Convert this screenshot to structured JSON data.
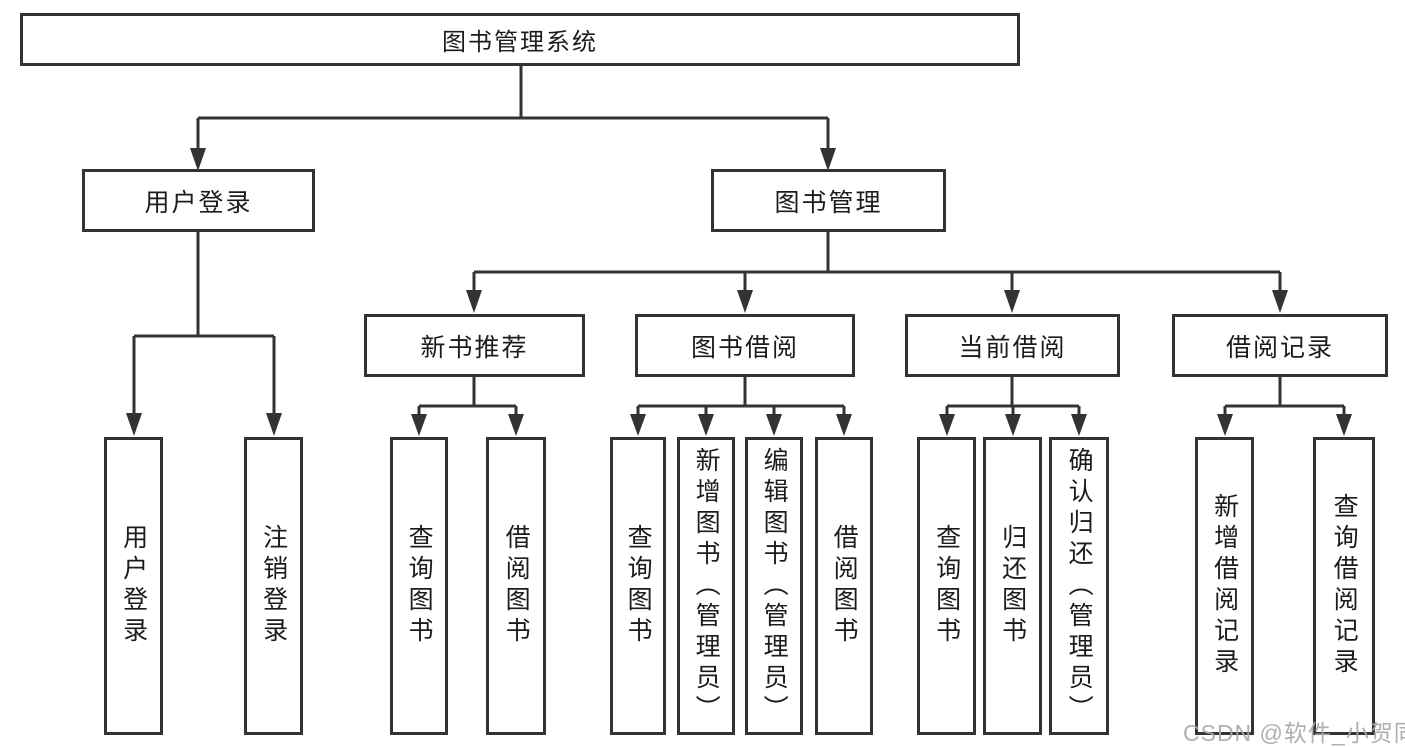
{
  "diagram": {
    "title": "图书管理系统",
    "nodes": {
      "root": "图书管理系统",
      "login": "用户登录",
      "manage": "图书管理",
      "l3": [
        "新书推荐",
        "图书借阅",
        "当前借阅",
        "借阅记录"
      ],
      "loginLeaves": [
        "用户登录",
        "注销登录"
      ],
      "newbookLeaves": [
        "查询图书",
        "借阅图书"
      ],
      "borrowLeaves": [
        "查询图书",
        "新增图书（管理员）",
        "编辑图书（管理员）",
        "借阅图书"
      ],
      "currentLeaves": [
        "查询图书",
        "归还图书",
        "确认归还（管理员）"
      ],
      "recordLeaves": [
        "新增借阅记录",
        "查询借阅记录"
      ]
    },
    "colors": {
      "line": "#333333",
      "text": "#1c1c1c",
      "background": "#ffffff",
      "watermark": "#a8a8a8"
    }
  },
  "watermark": {
    "text": "CSDN @软件_小贺同学"
  }
}
